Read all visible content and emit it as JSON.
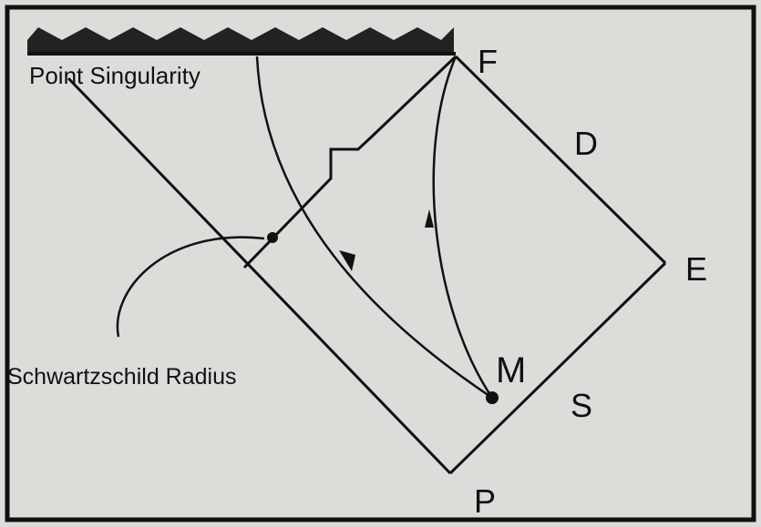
{
  "diagram": {
    "labels": {
      "point_singularity": "Point Singularity",
      "schwarzschild_radius": "Schwartzschild Radius",
      "F": "F",
      "D": "D",
      "E": "E",
      "M": "M",
      "S": "S",
      "P": "P"
    },
    "colors": {
      "background": "#dcdcd8",
      "ink": "#111111"
    }
  }
}
